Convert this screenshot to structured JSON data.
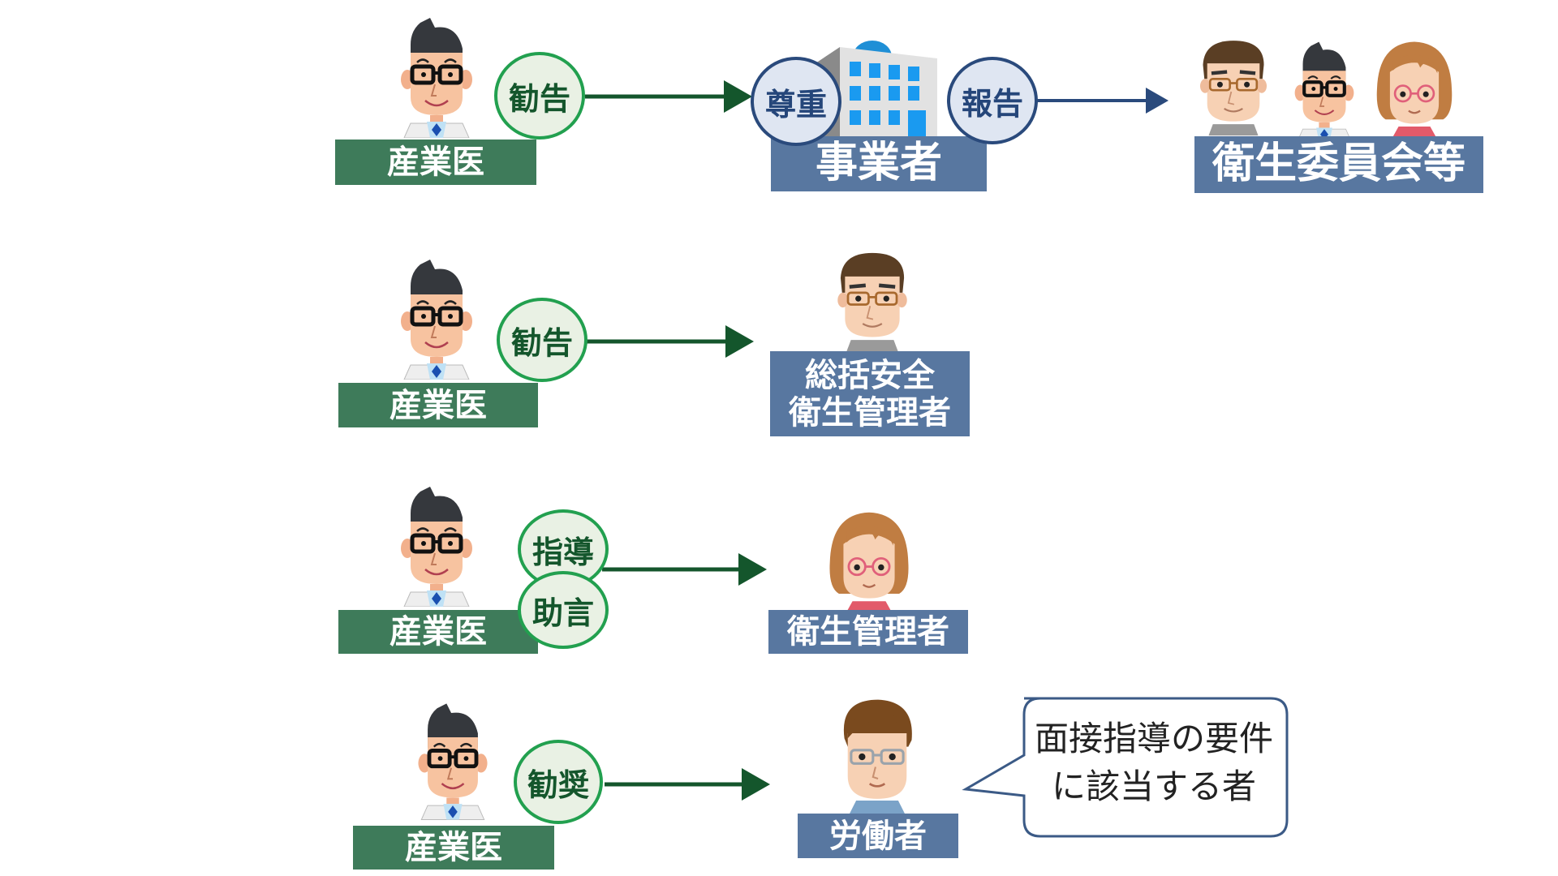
{
  "rows": [
    {
      "source": "産業医",
      "actions": [
        "勧告"
      ],
      "targets": [
        "事業者"
      ],
      "target_response": "尊重",
      "secondary_action": "報告",
      "secondary_target": "衛生委員会等"
    },
    {
      "source": "産業医",
      "actions": [
        "勧告"
      ],
      "target_lines": [
        "総括安全",
        "衛生管理者"
      ]
    },
    {
      "source": "産業医",
      "actions": [
        "指導",
        "助言"
      ],
      "target": "衛生管理者"
    },
    {
      "source": "産業医",
      "actions": [
        "勧奨"
      ],
      "target": "労働者",
      "speech_bubble": [
        "面接指導の要件",
        "に該当する者"
      ]
    }
  ],
  "colors": {
    "doctor_label": "#3e7b5a",
    "target_label": "#5877a0",
    "green_arrow": "#14562c",
    "blue_arrow": "#2a4a7c",
    "green_circle_border": "#22a04f",
    "blue_circle_border": "#2a4a7c"
  },
  "icons": {
    "doctor": "doctor-avatar-icon",
    "building": "office-building-icon",
    "older_man": "older-man-avatar-icon",
    "woman": "woman-avatar-icon",
    "young_man": "young-man-avatar-icon"
  }
}
